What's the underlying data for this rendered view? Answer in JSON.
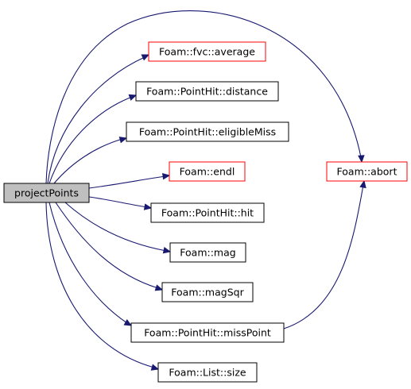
{
  "colors": {
    "root_fill": "#bfbfbf",
    "node_fill": "#ffffff",
    "border_normal": "#000000",
    "border_truncated": "#ff0000",
    "edge": "#191970",
    "text": "#000000"
  },
  "nodes": {
    "projectPoints": {
      "label": "projectPoints",
      "kind": "root"
    },
    "fvc_average": {
      "label": "Foam::fvc::average",
      "kind": "truncated"
    },
    "pointhit_distance": {
      "label": "Foam::PointHit::distance",
      "kind": "normal"
    },
    "pointhit_eligibleMiss": {
      "label": "Foam::PointHit::eligibleMiss",
      "kind": "normal"
    },
    "endl": {
      "label": "Foam::endl",
      "kind": "truncated"
    },
    "pointhit_hit": {
      "label": "Foam::PointHit::hit",
      "kind": "normal"
    },
    "mag": {
      "label": "Foam::mag",
      "kind": "normal"
    },
    "magSqr": {
      "label": "Foam::magSqr",
      "kind": "normal"
    },
    "pointhit_missPoint": {
      "label": "Foam::PointHit::missPoint",
      "kind": "normal"
    },
    "list_size": {
      "label": "Foam::List::size",
      "kind": "normal"
    },
    "abort": {
      "label": "Foam::abort",
      "kind": "truncated"
    }
  },
  "edges": [
    {
      "from": "projectPoints",
      "to": "abort"
    },
    {
      "from": "projectPoints",
      "to": "fvc_average"
    },
    {
      "from": "projectPoints",
      "to": "pointhit_distance"
    },
    {
      "from": "projectPoints",
      "to": "pointhit_eligibleMiss"
    },
    {
      "from": "projectPoints",
      "to": "endl"
    },
    {
      "from": "projectPoints",
      "to": "pointhit_hit"
    },
    {
      "from": "projectPoints",
      "to": "mag"
    },
    {
      "from": "projectPoints",
      "to": "magSqr"
    },
    {
      "from": "projectPoints",
      "to": "pointhit_missPoint"
    },
    {
      "from": "projectPoints",
      "to": "list_size"
    },
    {
      "from": "pointhit_missPoint",
      "to": "abort"
    }
  ]
}
